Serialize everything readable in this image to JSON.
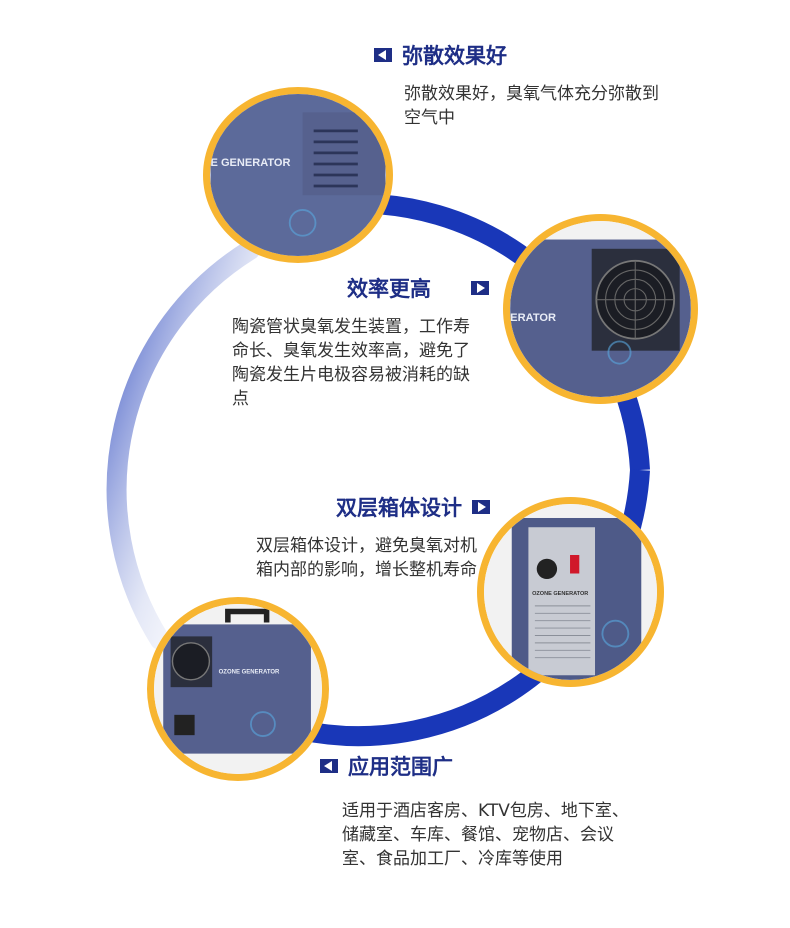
{
  "features": [
    {
      "title": "弥散效果好",
      "desc": "弥散效果好，臭氧气体充分弥散到空气中"
    },
    {
      "title": "效率更高",
      "desc": "陶瓷管状臭氧发生装置，工作寿命长、臭氧发生效率高，避免了陶瓷发生片电极容易被消耗的缺点"
    },
    {
      "title": "双层箱体设计",
      "desc": "双层箱体设计，避免臭氧对机箱内部的影响，增长整机寿命"
    },
    {
      "title": "应用范围广",
      "desc": "适用于酒店客房、KTV包房、地下室、储藏室、车库、餐馆、宠物店、会议室、食品加工厂、冷库等使用"
    }
  ],
  "product_labels": {
    "top": "E GENERATOR",
    "right_top": "ERATOR",
    "right_bottom": "OZONE GENERATOR",
    "left_bottom": "OZONE GENERATOR"
  },
  "colors": {
    "navy": "#1e2e86",
    "ring_blue": "#1937b8",
    "orange": "#f7b531"
  }
}
